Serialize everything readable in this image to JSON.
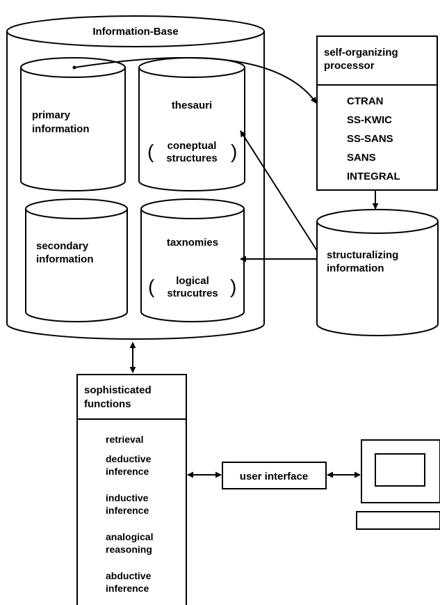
{
  "information_base": {
    "title": "Information-Base",
    "primary": [
      "primary",
      "information"
    ],
    "thesauri": {
      "title": "thesauri",
      "sub": [
        "coneptual",
        "structures"
      ]
    },
    "secondary": [
      "secondary",
      "information"
    ],
    "taxonomies": {
      "title": "taxnomies",
      "sub": [
        "logical",
        "strucutres"
      ]
    }
  },
  "processor": {
    "title": [
      "self-organizing",
      "processor"
    ],
    "items": [
      "CTRAN",
      "SS-KWIC",
      "SS-SANS",
      "SANS",
      "INTEGRAL"
    ]
  },
  "structuralizing": [
    "structuralizing",
    "information"
  ],
  "functions": {
    "title": [
      "sophisticated",
      "functions"
    ],
    "items": [
      [
        "retrieval"
      ],
      [
        "deductive",
        "inference"
      ],
      [
        "inductive",
        "inference"
      ],
      [
        "analogical",
        "reasoning"
      ],
      [
        "abductive",
        "inference"
      ]
    ]
  },
  "user_interface": "user interface",
  "icons": [
    "computer-terminal-icon"
  ]
}
